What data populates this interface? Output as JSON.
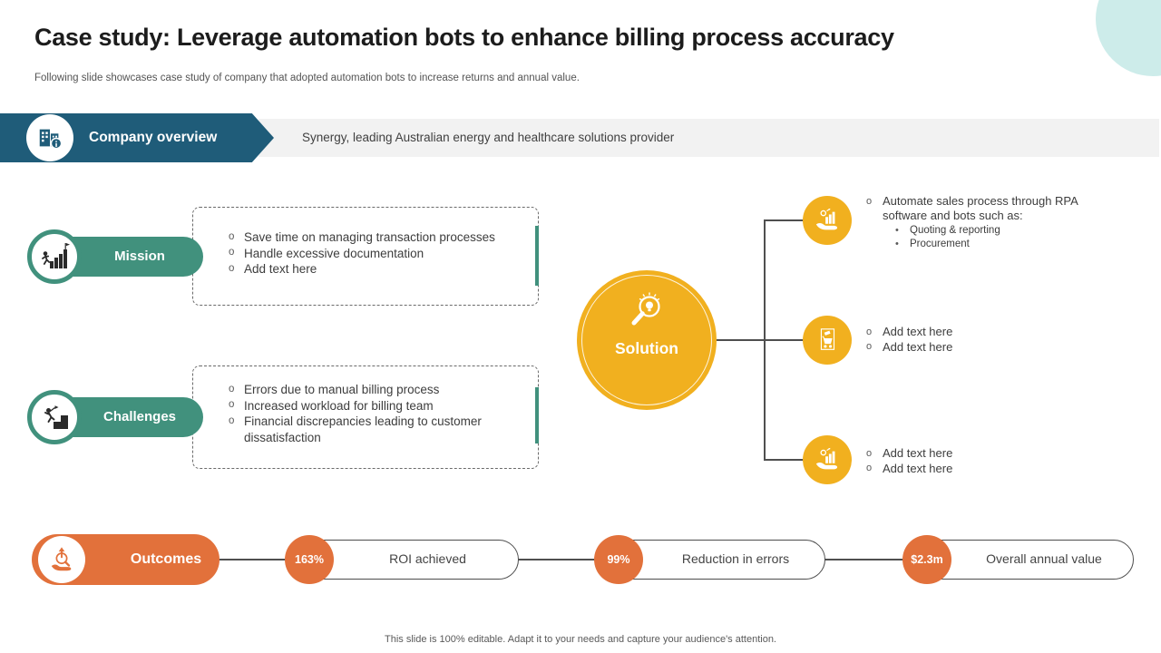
{
  "slide": {
    "title": "Case study: Leverage automation bots to enhance billing process accuracy",
    "subtitle": "Following slide showcases case study of company that adopted automation bots to increase returns and annual value.",
    "footer": "This slide is 100% editable. Adapt it to your needs and capture your audience's attention."
  },
  "company_overview": {
    "label": "Company overview",
    "description": "Synergy, leading Australian energy and healthcare solutions provider",
    "icon": "buildings-info-icon"
  },
  "mission": {
    "label": "Mission",
    "icon": "person-climbing-chart-icon",
    "items": [
      "Save time on managing transaction processes",
      "Handle excessive documentation",
      "Add text here"
    ]
  },
  "challenges": {
    "label": "Challenges",
    "icon": "person-climbing-stairs-icon",
    "items": [
      "Errors due to manual billing process",
      "Increased workload for billing team",
      "Financial discrepancies leading to customer dissatisfaction"
    ]
  },
  "solution": {
    "label": "Solution",
    "icon": "magnifier-bulb-icon",
    "branches": [
      {
        "icon": "hand-growth-chart-icon",
        "items": [
          "Automate sales process through RPA software and bots such as:"
        ],
        "sub_items": [
          "Quoting & reporting",
          "Procurement"
        ]
      },
      {
        "icon": "shopping-cart-document-icon",
        "items": [
          "Add text here",
          "Add text here"
        ],
        "sub_items": []
      },
      {
        "icon": "hand-growth-chart-icon",
        "items": [
          "Add text here",
          "Add text here"
        ],
        "sub_items": []
      }
    ]
  },
  "outcomes": {
    "label": "Outcomes",
    "icon": "hand-magnifier-arrow-icon",
    "stats": [
      {
        "value": "163%",
        "label": "ROI achieved"
      },
      {
        "value": "99%",
        "label": "Reduction in errors"
      },
      {
        "value": "$2.3m",
        "label": "Overall annual value"
      }
    ]
  },
  "colors": {
    "banner_teal": "#1f5c79",
    "pill_teal": "#41917d",
    "solution_yellow": "#f1b01f",
    "outcomes_orange": "#e2713b",
    "deco_mint": "#cdecea",
    "gray_bar": "#f2f2f2"
  }
}
